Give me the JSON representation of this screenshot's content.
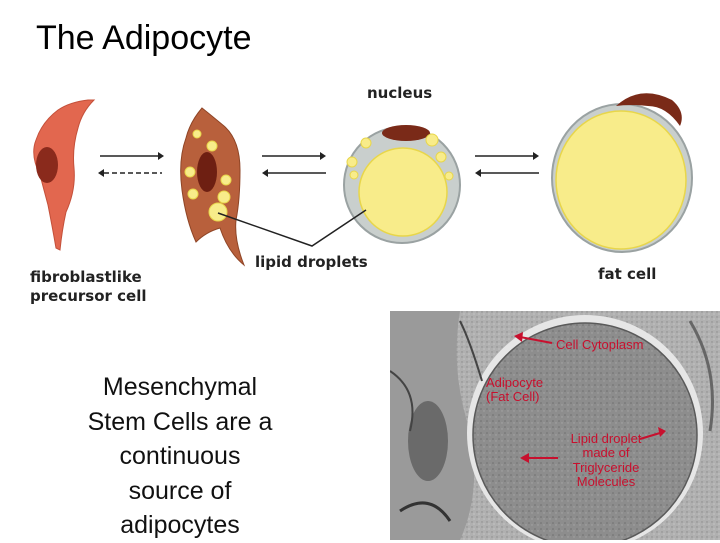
{
  "title": "The Adipocyte",
  "labels": {
    "nucleus": "nucleus",
    "lipid_droplets": "lipid droplets",
    "precursor_line1": "fibroblastlike",
    "precursor_line2": "precursor cell",
    "fat_cell": "fat cell"
  },
  "caption": {
    "line1": "Mesenchymal",
    "line2": "Stem Cells are a",
    "line3": "continuous",
    "line4": "source of",
    "line5": "adipocytes"
  },
  "micrograph": {
    "cytoplasm": "Cell Cytoplasm",
    "adipocyte_line1": "Adipocyte",
    "adipocyte_line2": "(Fat Cell)",
    "lipid_line1": "Lipid droplet",
    "lipid_line2": "made of",
    "lipid_line3": "Triglyceride",
    "lipid_line4": "Molecules"
  },
  "colors": {
    "precursor": "#e2674f",
    "precursor_nucleus": "#8a2a1c",
    "preadipocyte": "#b8603c",
    "lipid": "#f8ec8a",
    "lipid_edge": "#e8d64a",
    "cell_membrane": "#9aa2a2",
    "cytoplasm_gray": "#c9cfcd",
    "nucleus": "#7a2a18",
    "annotation_red": "#c8102e"
  }
}
